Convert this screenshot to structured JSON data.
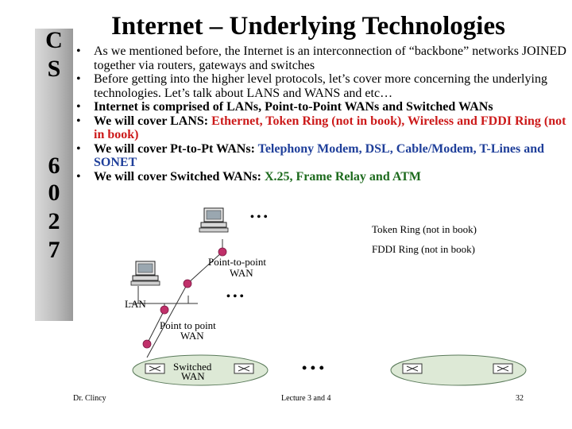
{
  "title": "Internet – Underlying Technologies",
  "sidebar": {
    "chars": [
      "C",
      "S",
      "6",
      "0",
      "2",
      "7"
    ]
  },
  "bullets": [
    {
      "bullet": "•",
      "parts": [
        {
          "text": "As we mentioned before, the Internet is an interconnection of “backbone” networks JOINED together via routers, gateways and switches"
        }
      ]
    },
    {
      "bullet": "•",
      "parts": [
        {
          "text": "Before getting into the higher level protocols, let’s cover more concerning the underlying technologies.  Let’s talk about LANS and WANS and etc…"
        }
      ]
    },
    {
      "bullet": "•",
      "parts": [
        {
          "text": "Internet is comprised of LANs, Point-to-Point WANs and Switched WANs",
          "style": "bold"
        }
      ]
    },
    {
      "bullet": "•",
      "parts": [
        {
          "text": "We will cover LANS: ",
          "style": "bold"
        },
        {
          "text": "Ethernet, Token Ring (not in book), Wireless and FDDI Ring (not in book)",
          "style": "red"
        }
      ]
    },
    {
      "bullet": "•",
      "parts": [
        {
          "text": "We will cover Pt-to-Pt WANs: ",
          "style": "bold"
        },
        {
          "text": "Telephony Modem, DSL, Cable/Modem, T-Lines and SONET",
          "style": "blue"
        }
      ]
    },
    {
      "bullet": "•",
      "parts": [
        {
          "text": "We will cover Switched WANs: ",
          "style": "bold"
        },
        {
          "text": "X.25, Frame Relay and ATM",
          "style": "green"
        }
      ]
    }
  ],
  "diagram": {
    "labels": {
      "token_ring": "Token Ring (not in book)",
      "fddi_ring": "FDDI Ring (not in book)",
      "p2p_top_line1": "Point-to-point",
      "p2p_top_line2": "WAN",
      "lan": "LAN",
      "p2p_bottom_line1": "Point to point",
      "p2p_bottom_line2": "WAN",
      "switched_line1": "Switched",
      "switched_line2": "WAN",
      "ellipsis_top": "• • •",
      "ellipsis_mid": "• • •",
      "ellipsis_bottom": "• • •"
    },
    "colors": {
      "router": "#c0306a",
      "cloud": "#dde9d6",
      "link": "#333333"
    }
  },
  "footer": {
    "author": "Dr. Clincy",
    "lecture": "Lecture 3 and 4",
    "page": "32"
  }
}
